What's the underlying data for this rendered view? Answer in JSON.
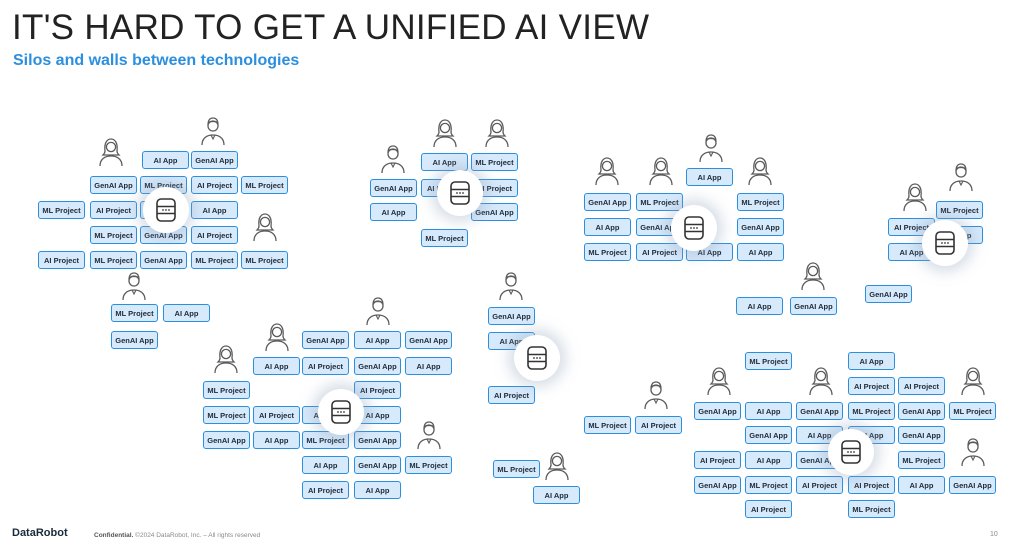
{
  "slide": {
    "title": "IT'S HARD TO GET A UNIFIED AI VIEW",
    "subtitle": "Silos and walls between technologies"
  },
  "labels": {
    "ai_app": "AI App",
    "genai_app": "GenAI App",
    "ml_project": "ML Project",
    "ai_project": "AI Project"
  },
  "icons": [
    "person-female-icon",
    "person-male-icon",
    "database-icon"
  ],
  "colors": {
    "chip_fill": "#d7eafc",
    "chip_border": "#2b8fe0",
    "accent": "#2b8fe0"
  },
  "footer": {
    "brand": "DataRobot",
    "confidential_label": "Confidential.",
    "copyright": "©2024 DataRobot, Inc. – All rights reserved",
    "page_number": "10"
  }
}
